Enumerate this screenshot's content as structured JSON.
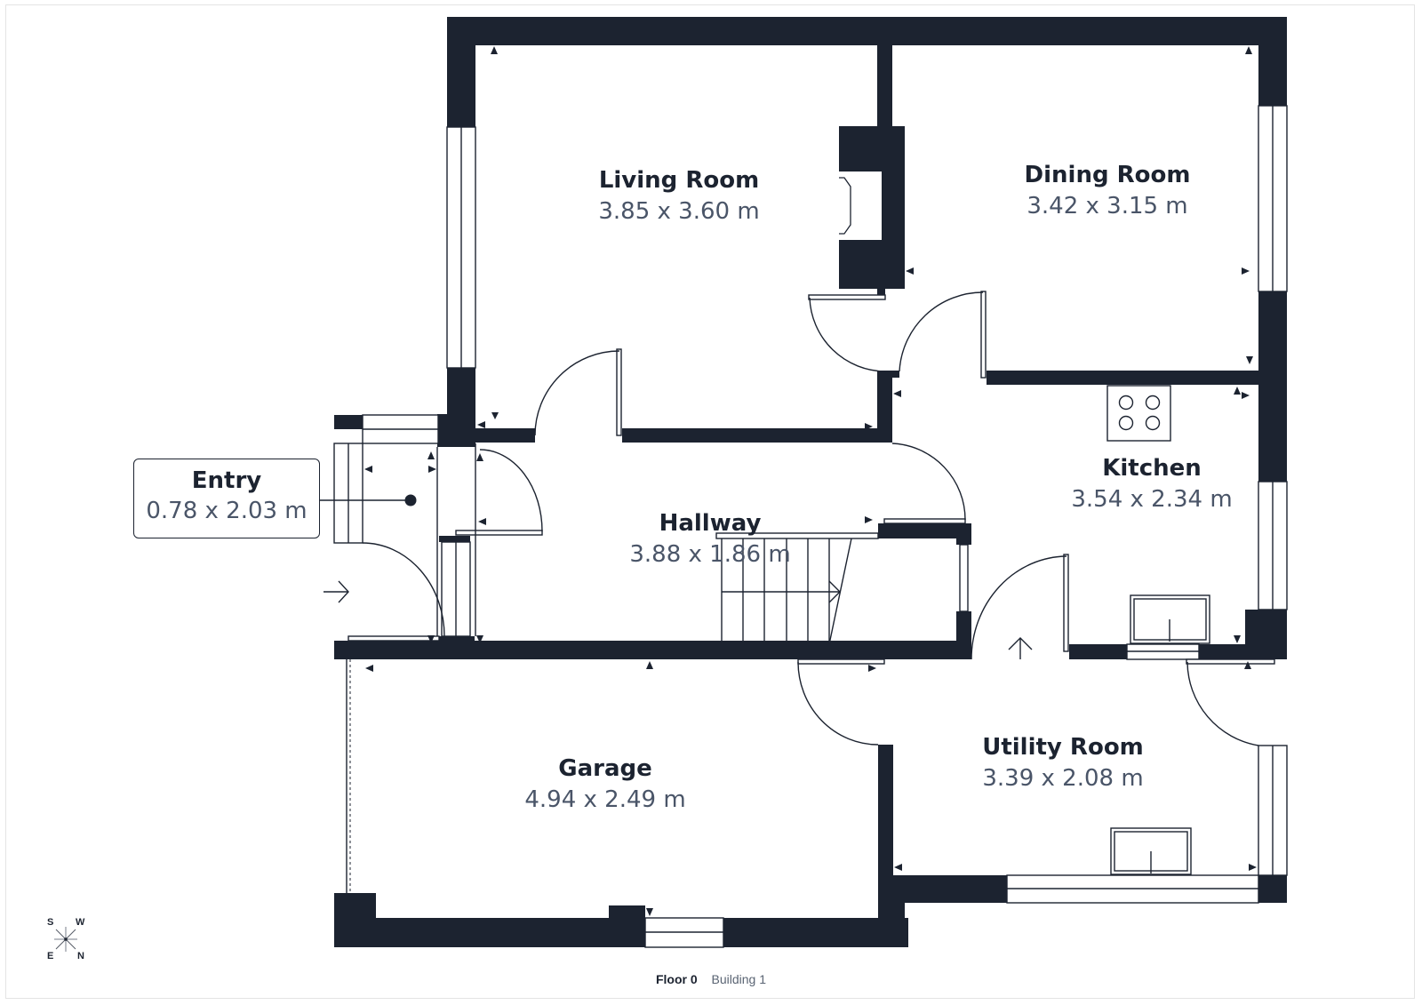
{
  "plan": {
    "floor_label": "Floor 0",
    "building_label": "Building 1",
    "wall_color": "#1c2330",
    "text_color": "#1c2330",
    "dim_color": "#4a5568",
    "rooms": [
      {
        "name": "Living Room",
        "dimensions": "3.85 x 3.60 m"
      },
      {
        "name": "Dining Room",
        "dimensions": "3.42 x 3.15 m"
      },
      {
        "name": "Kitchen",
        "dimensions": "3.54 x 2.34 m"
      },
      {
        "name": "Hallway",
        "dimensions": "3.88 x 1.86 m"
      },
      {
        "name": "Entry",
        "dimensions": "0.78 x 2.03 m"
      },
      {
        "name": "Garage",
        "dimensions": "4.94 x 2.49 m"
      },
      {
        "name": "Utility Room",
        "dimensions": "3.39 x 2.08 m"
      }
    ],
    "compass": {
      "top_left": "S",
      "top_right": "W",
      "bottom_left": "E",
      "bottom_right": "N"
    },
    "icons": {
      "entrance_arrow": "arrow-right-icon",
      "stair_arrow": "arrow-right-icon",
      "exit_arrow": "arrow-up-icon",
      "hob": "hob-icon",
      "sink": "sink-icon",
      "fireplace": "fireplace-icon"
    }
  }
}
